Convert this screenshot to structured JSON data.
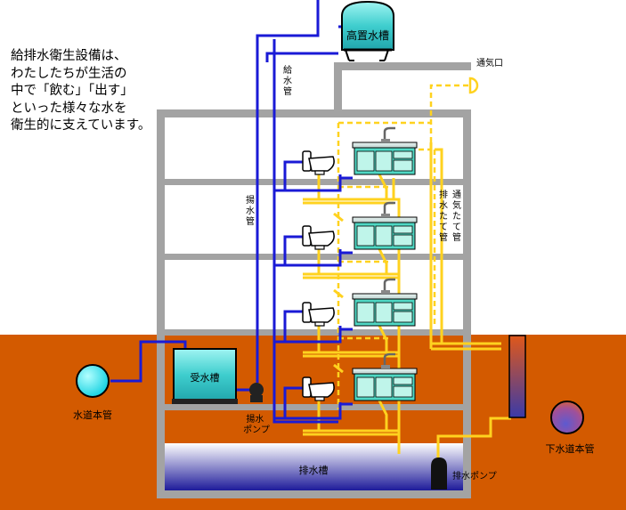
{
  "intro_text": [
    "給排水衛生設備は、",
    "わたしたちが生活の",
    "中で「飲む」「出す」",
    "といった様々な水を",
    "衛生的に支えています。"
  ],
  "labels": {
    "elevated_tank": "高置水槽",
    "vent_cap": "通気口",
    "supply_pipe": "給水管",
    "lift_pipe": "揚水管",
    "drain_stack": "排水たて管",
    "vent_stack": "通気たて管",
    "receiving_tank": "受水槽",
    "lift_pump": "揚水ポンプ",
    "water_main": "水道本管",
    "sewer_main": "下水道本管",
    "drain_tank": "排水槽",
    "drain_pump": "排水ポンプ"
  },
  "colors": {
    "supply": "#1a1ad6",
    "drain": "#ffd21f",
    "ground": "#d35a00",
    "building": "#a3a3a3",
    "tank": "#2fc4c4",
    "kitchen": "#4fd8c4"
  }
}
